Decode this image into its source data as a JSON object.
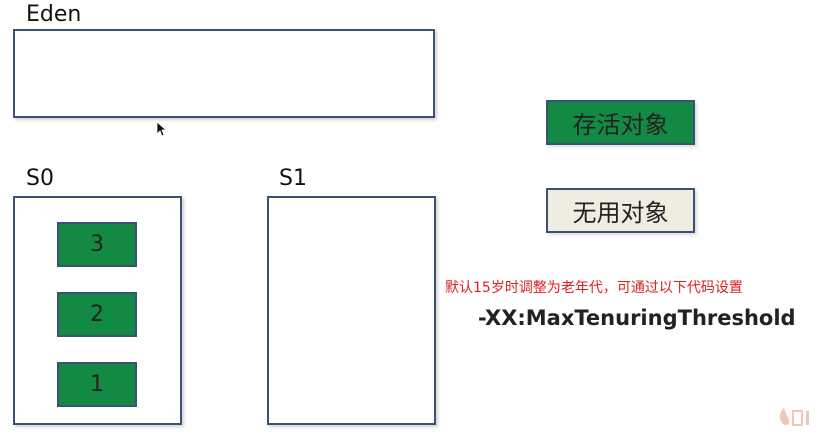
{
  "colors": {
    "live_object": "#138a44",
    "dead_object": "#efece2",
    "border": "#3b5277",
    "note_text": "#e02020"
  },
  "eden": {
    "label": "Eden"
  },
  "s0": {
    "label": "S0",
    "objects": [
      "3",
      "2",
      "1"
    ]
  },
  "s1": {
    "label": "S1"
  },
  "legend": {
    "live": "存活对象",
    "dead": "无用对象"
  },
  "note": "默认15岁时调整为老年代，可通过以下代码设置",
  "jvm_flag": "-XX:MaxTenuringThreshold",
  "icons": {
    "cursor": "mouse-cursor-icon",
    "watermark": "imooc-logo-icon"
  }
}
